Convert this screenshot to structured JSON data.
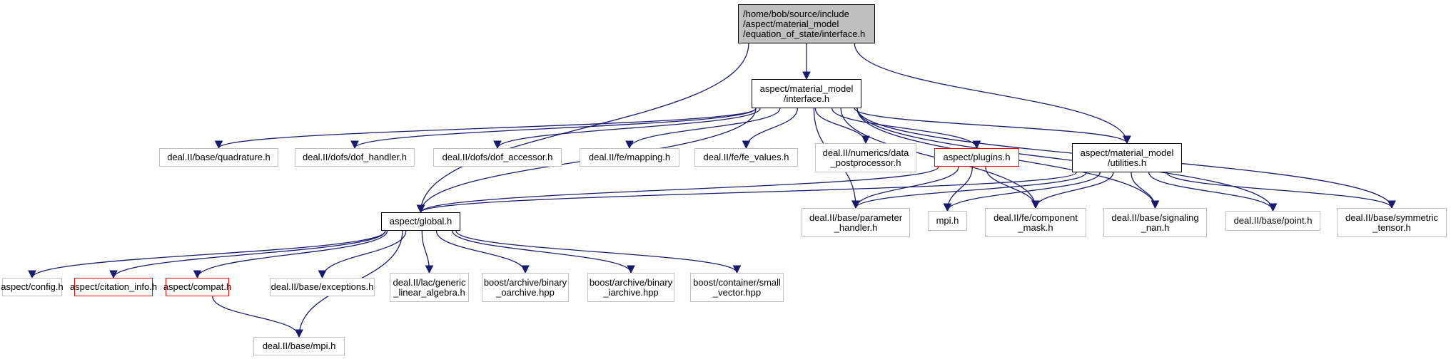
{
  "graph": {
    "title": "Include dependency graph",
    "edge_color": "#191970",
    "nodes": [
      {
        "id": "root",
        "label": "/home/bob/source/include\n/aspect/material_model\n/equation_of_state/interface.h",
        "kind": "root"
      },
      {
        "id": "mm_interface",
        "label": "aspect/material_model\n/interface.h",
        "kind": "documented"
      },
      {
        "id": "quadrature",
        "label": "deal.II/base/quadrature.h",
        "kind": "external"
      },
      {
        "id": "dof_handler",
        "label": "deal.II/dofs/dof_handler.h",
        "kind": "external"
      },
      {
        "id": "dof_accessor",
        "label": "deal.II/dofs/dof_accessor.h",
        "kind": "external"
      },
      {
        "id": "mapping",
        "label": "deal.II/fe/mapping.h",
        "kind": "external"
      },
      {
        "id": "fe_values",
        "label": "deal.II/fe/fe_values.h",
        "kind": "external"
      },
      {
        "id": "data_postprocessor",
        "label": "deal.II/numerics/data\n_postprocessor.h",
        "kind": "external"
      },
      {
        "id": "plugins",
        "label": "aspect/plugins.h",
        "kind": "truncated"
      },
      {
        "id": "utilities",
        "label": "aspect/material_model\n/utilities.h",
        "kind": "documented"
      },
      {
        "id": "global",
        "label": "aspect/global.h",
        "kind": "documented"
      },
      {
        "id": "parameter_handler",
        "label": "deal.II/base/parameter\n_handler.h",
        "kind": "external"
      },
      {
        "id": "mpi",
        "label": "mpi.h",
        "kind": "external"
      },
      {
        "id": "component_mask",
        "label": "deal.II/fe/component\n_mask.h",
        "kind": "external"
      },
      {
        "id": "signaling_nan",
        "label": "deal.II/base/signaling\n_nan.h",
        "kind": "external"
      },
      {
        "id": "point",
        "label": "deal.II/base/point.h",
        "kind": "external"
      },
      {
        "id": "symmetric_tensor",
        "label": "deal.II/base/symmetric\n_tensor.h",
        "kind": "external"
      },
      {
        "id": "config",
        "label": "aspect/config.h",
        "kind": "external"
      },
      {
        "id": "citation_info",
        "label": "aspect/citation_info.h",
        "kind": "truncated"
      },
      {
        "id": "compat",
        "label": "aspect/compat.h",
        "kind": "truncated"
      },
      {
        "id": "exceptions",
        "label": "deal.II/base/exceptions.h",
        "kind": "external"
      },
      {
        "id": "generic_linear_algebra",
        "label": "deal.II/lac/generic\n_linear_algebra.h",
        "kind": "external"
      },
      {
        "id": "binary_oarchive",
        "label": "boost/archive/binary\n_oarchive.hpp",
        "kind": "external"
      },
      {
        "id": "binary_iarchive",
        "label": "boost/archive/binary\n_iarchive.hpp",
        "kind": "external"
      },
      {
        "id": "small_vector",
        "label": "boost/container/small\n_vector.hpp",
        "kind": "external"
      },
      {
        "id": "dealii_mpi",
        "label": "deal.II/base/mpi.h",
        "kind": "external"
      }
    ],
    "edges": [
      [
        "root",
        "mm_interface"
      ],
      [
        "root",
        "global"
      ],
      [
        "root",
        "utilities"
      ],
      [
        "mm_interface",
        "quadrature"
      ],
      [
        "mm_interface",
        "dof_handler"
      ],
      [
        "mm_interface",
        "dof_accessor"
      ],
      [
        "mm_interface",
        "mapping"
      ],
      [
        "mm_interface",
        "fe_values"
      ],
      [
        "mm_interface",
        "data_postprocessor"
      ],
      [
        "mm_interface",
        "plugins"
      ],
      [
        "mm_interface",
        "utilities"
      ],
      [
        "mm_interface",
        "global"
      ],
      [
        "mm_interface",
        "parameter_handler"
      ],
      [
        "mm_interface",
        "component_mask"
      ],
      [
        "mm_interface",
        "signaling_nan"
      ],
      [
        "mm_interface",
        "point"
      ],
      [
        "mm_interface",
        "symmetric_tensor"
      ],
      [
        "plugins",
        "global"
      ],
      [
        "plugins",
        "parameter_handler"
      ],
      [
        "plugins",
        "mpi"
      ],
      [
        "plugins",
        "component_mask"
      ],
      [
        "utilities",
        "global"
      ],
      [
        "utilities",
        "parameter_handler"
      ],
      [
        "utilities",
        "mpi"
      ],
      [
        "utilities",
        "component_mask"
      ],
      [
        "utilities",
        "signaling_nan"
      ],
      [
        "utilities",
        "point"
      ],
      [
        "utilities",
        "symmetric_tensor"
      ],
      [
        "global",
        "config"
      ],
      [
        "global",
        "citation_info"
      ],
      [
        "global",
        "compat"
      ],
      [
        "global",
        "exceptions"
      ],
      [
        "global",
        "generic_linear_algebra"
      ],
      [
        "global",
        "binary_oarchive"
      ],
      [
        "global",
        "binary_iarchive"
      ],
      [
        "global",
        "small_vector"
      ],
      [
        "global",
        "dealii_mpi"
      ],
      [
        "compat",
        "dealii_mpi"
      ]
    ]
  }
}
